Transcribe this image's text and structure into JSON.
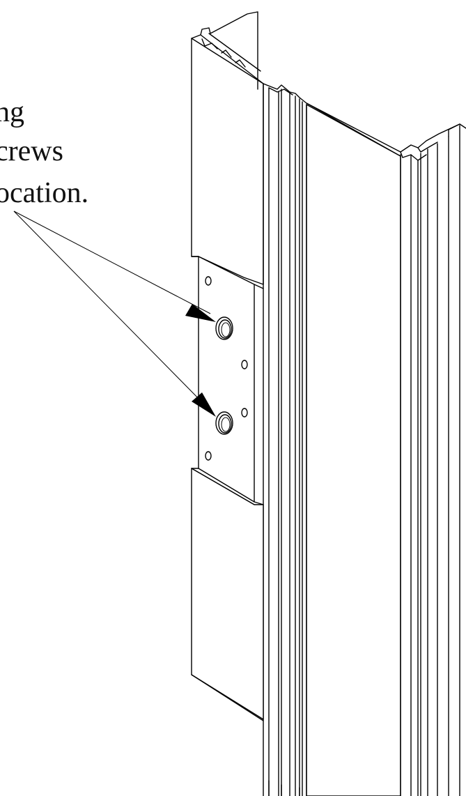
{
  "callout": {
    "line_1": "ng",
    "line_2": "crews",
    "line_3": "ocation."
  },
  "colors": {
    "background": "#ffffff",
    "linework": "#000000"
  },
  "icons": {
    "arrowhead": "arrowhead-icon",
    "screw_hole": "screw-hole-icon"
  }
}
